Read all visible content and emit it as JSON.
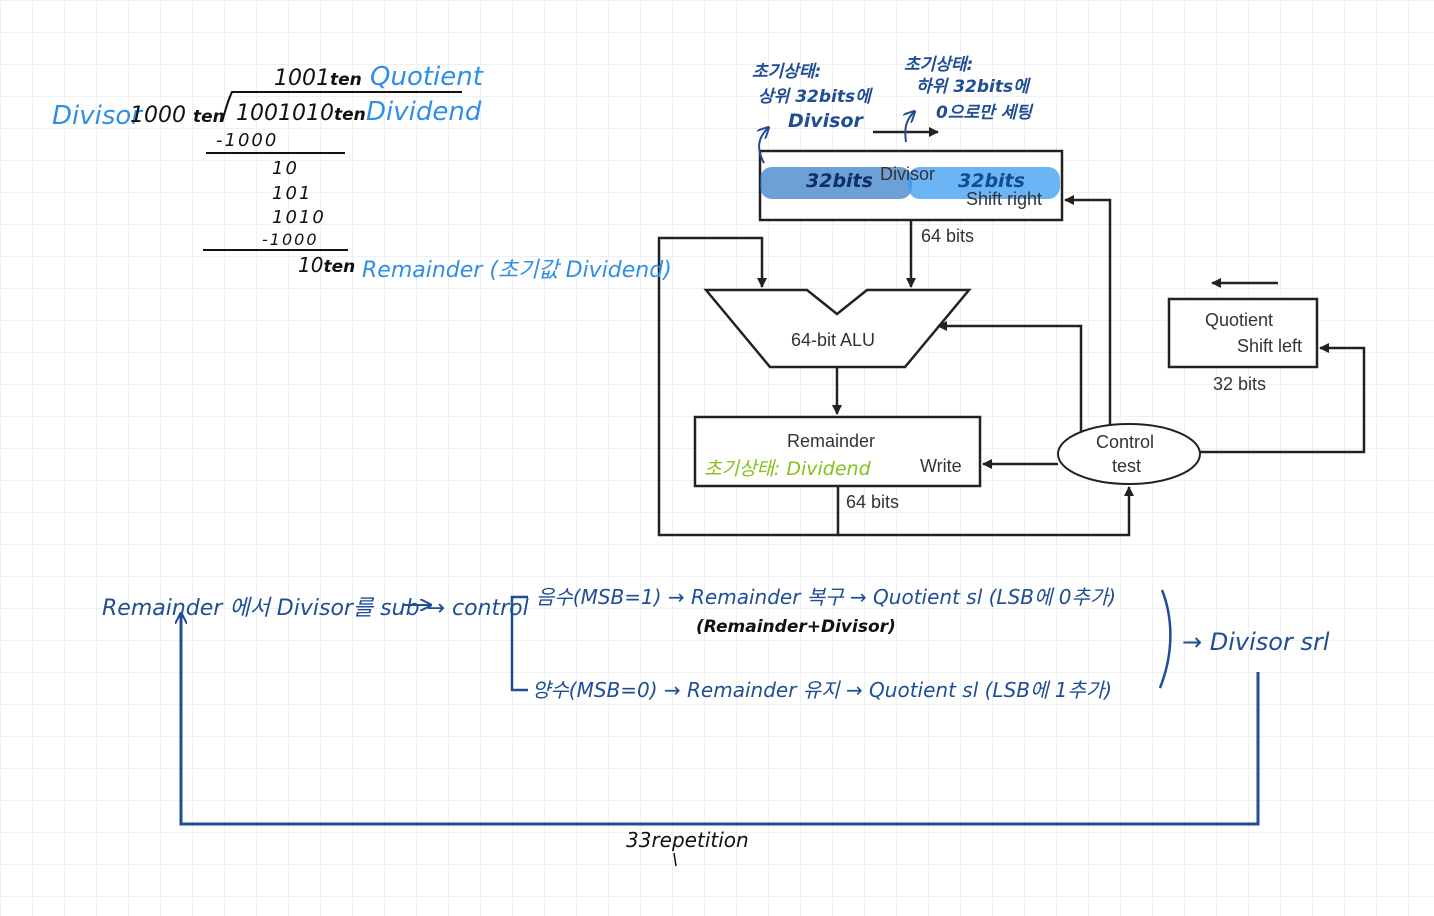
{
  "division": {
    "quotient_value": "1001",
    "quotient_sub": "ten",
    "quotient_label": "Quotient",
    "divisor_label": "Divisor",
    "divisor_value": "1000",
    "divisor_sub": "ten",
    "dividend_value": "1001010",
    "dividend_sub": "ten",
    "dividend_label": "Dividend",
    "steps": [
      "-1000",
      "10",
      "101",
      "1010",
      "-1000"
    ],
    "remainder_value": "10",
    "remainder_sub": "ten",
    "remainder_label": "Remainder (초기값 Dividend)"
  },
  "hardware": {
    "divisor_title": "Divisor",
    "divisor_op": "Shift right",
    "divisor_upper_hl": "32bits",
    "divisor_lower_hl": "32bits",
    "divisor_bus": "64 bits",
    "alu_label": "64-bit ALU",
    "remainder_title": "Remainder",
    "remainder_op": "Write",
    "remainder_init": "초기상태: Dividend",
    "remainder_bus": "64 bits",
    "quotient_title": "Quotient",
    "quotient_op": "Shift left",
    "quotient_bus": "32 bits",
    "control_line1": "Control",
    "control_line2": "test",
    "note_upper_1": "초기상태:",
    "note_upper_2": "상위 32bits에",
    "note_upper_3": "Divisor",
    "note_lower_1": "초기상태:",
    "note_lower_2": "하위 32bits에",
    "note_lower_3": "0으로만 세팅"
  },
  "flow": {
    "start": "Remainder 에서 Divisor를 sub → control",
    "neg_case": "음수(MSB=1) → Remainder 복구 → Quotient sl (LSB에 0추가)",
    "neg_detail": "(Remainder+Divisor)",
    "pos_case": "양수(MSB=0) → Remainder 유지 → Quotient sl (LSB에 1추가)",
    "result": "→ Divisor srl",
    "loop_label": "33repetition"
  }
}
